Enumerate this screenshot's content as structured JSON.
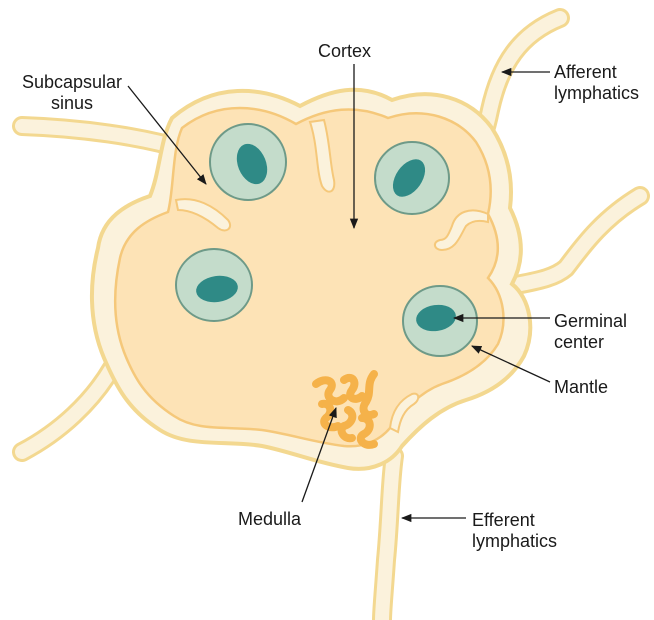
{
  "labels": {
    "subcapsular_sinus": [
      "Subcapsular",
      "sinus"
    ],
    "cortex": "Cortex",
    "afferent_lymphatics": [
      "Afferent",
      "lymphatics"
    ],
    "germinal_center": [
      "Germinal",
      "center"
    ],
    "mantle": "Mantle",
    "medulla": "Medulla",
    "efferent_lymphatics": [
      "Efferent",
      "lymphatics"
    ]
  },
  "colors": {
    "capsule_outline": "#f3d890",
    "sinus_fill": "#fbf2dc",
    "cortex_fill": "#fde3b6",
    "cortex_outline": "#f5c87a",
    "mantle_fill": "#c4dccb",
    "mantle_outline": "#6e9a88",
    "germinal_center_fill": "#2f8a86",
    "medulla_fill": "#f5b24a",
    "arrow": "#1a1a1a"
  }
}
